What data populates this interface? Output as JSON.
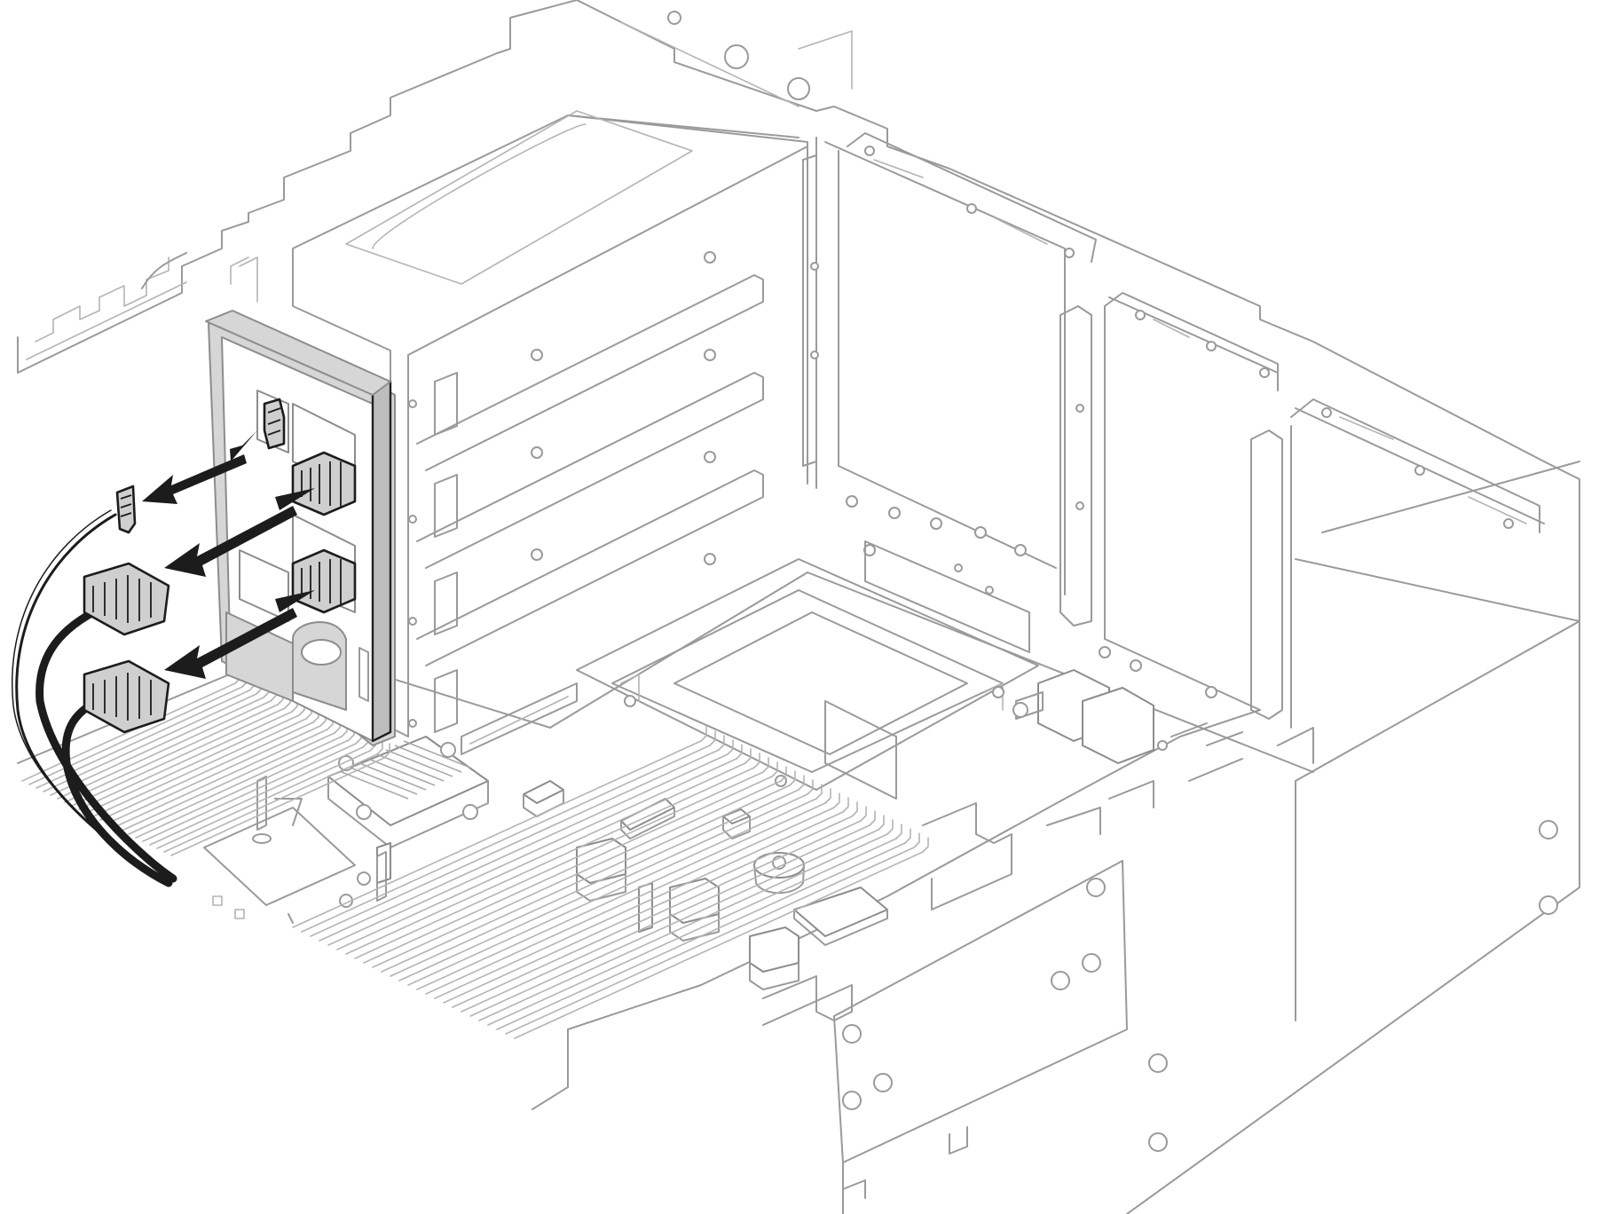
{
  "figure": {
    "subject": "server-chassis-power-distribution-board-cable-removal",
    "parts": {
      "chassis": "chassis-outline",
      "drive_cage": "drive-cage",
      "fan_bays": "fan-bays",
      "system_board": "system-board",
      "dimm_banks": "dimm-slots",
      "heat_sink": "heat-sink",
      "pdb_board": "power-distribution-board",
      "cables": [
        "sideband-cable",
        "power-cable-upper",
        "power-cable-lower"
      ],
      "arrows": [
        "disconnect-arrow-1",
        "disconnect-arrow-2",
        "disconnect-arrow-3"
      ]
    },
    "colors": {
      "line": "#9a9a9a",
      "light_line": "#b4b4b4",
      "callout": "#1c1c1c",
      "board_shade": "#d6d6d6",
      "connector_fill": "#cfcfcf"
    }
  }
}
